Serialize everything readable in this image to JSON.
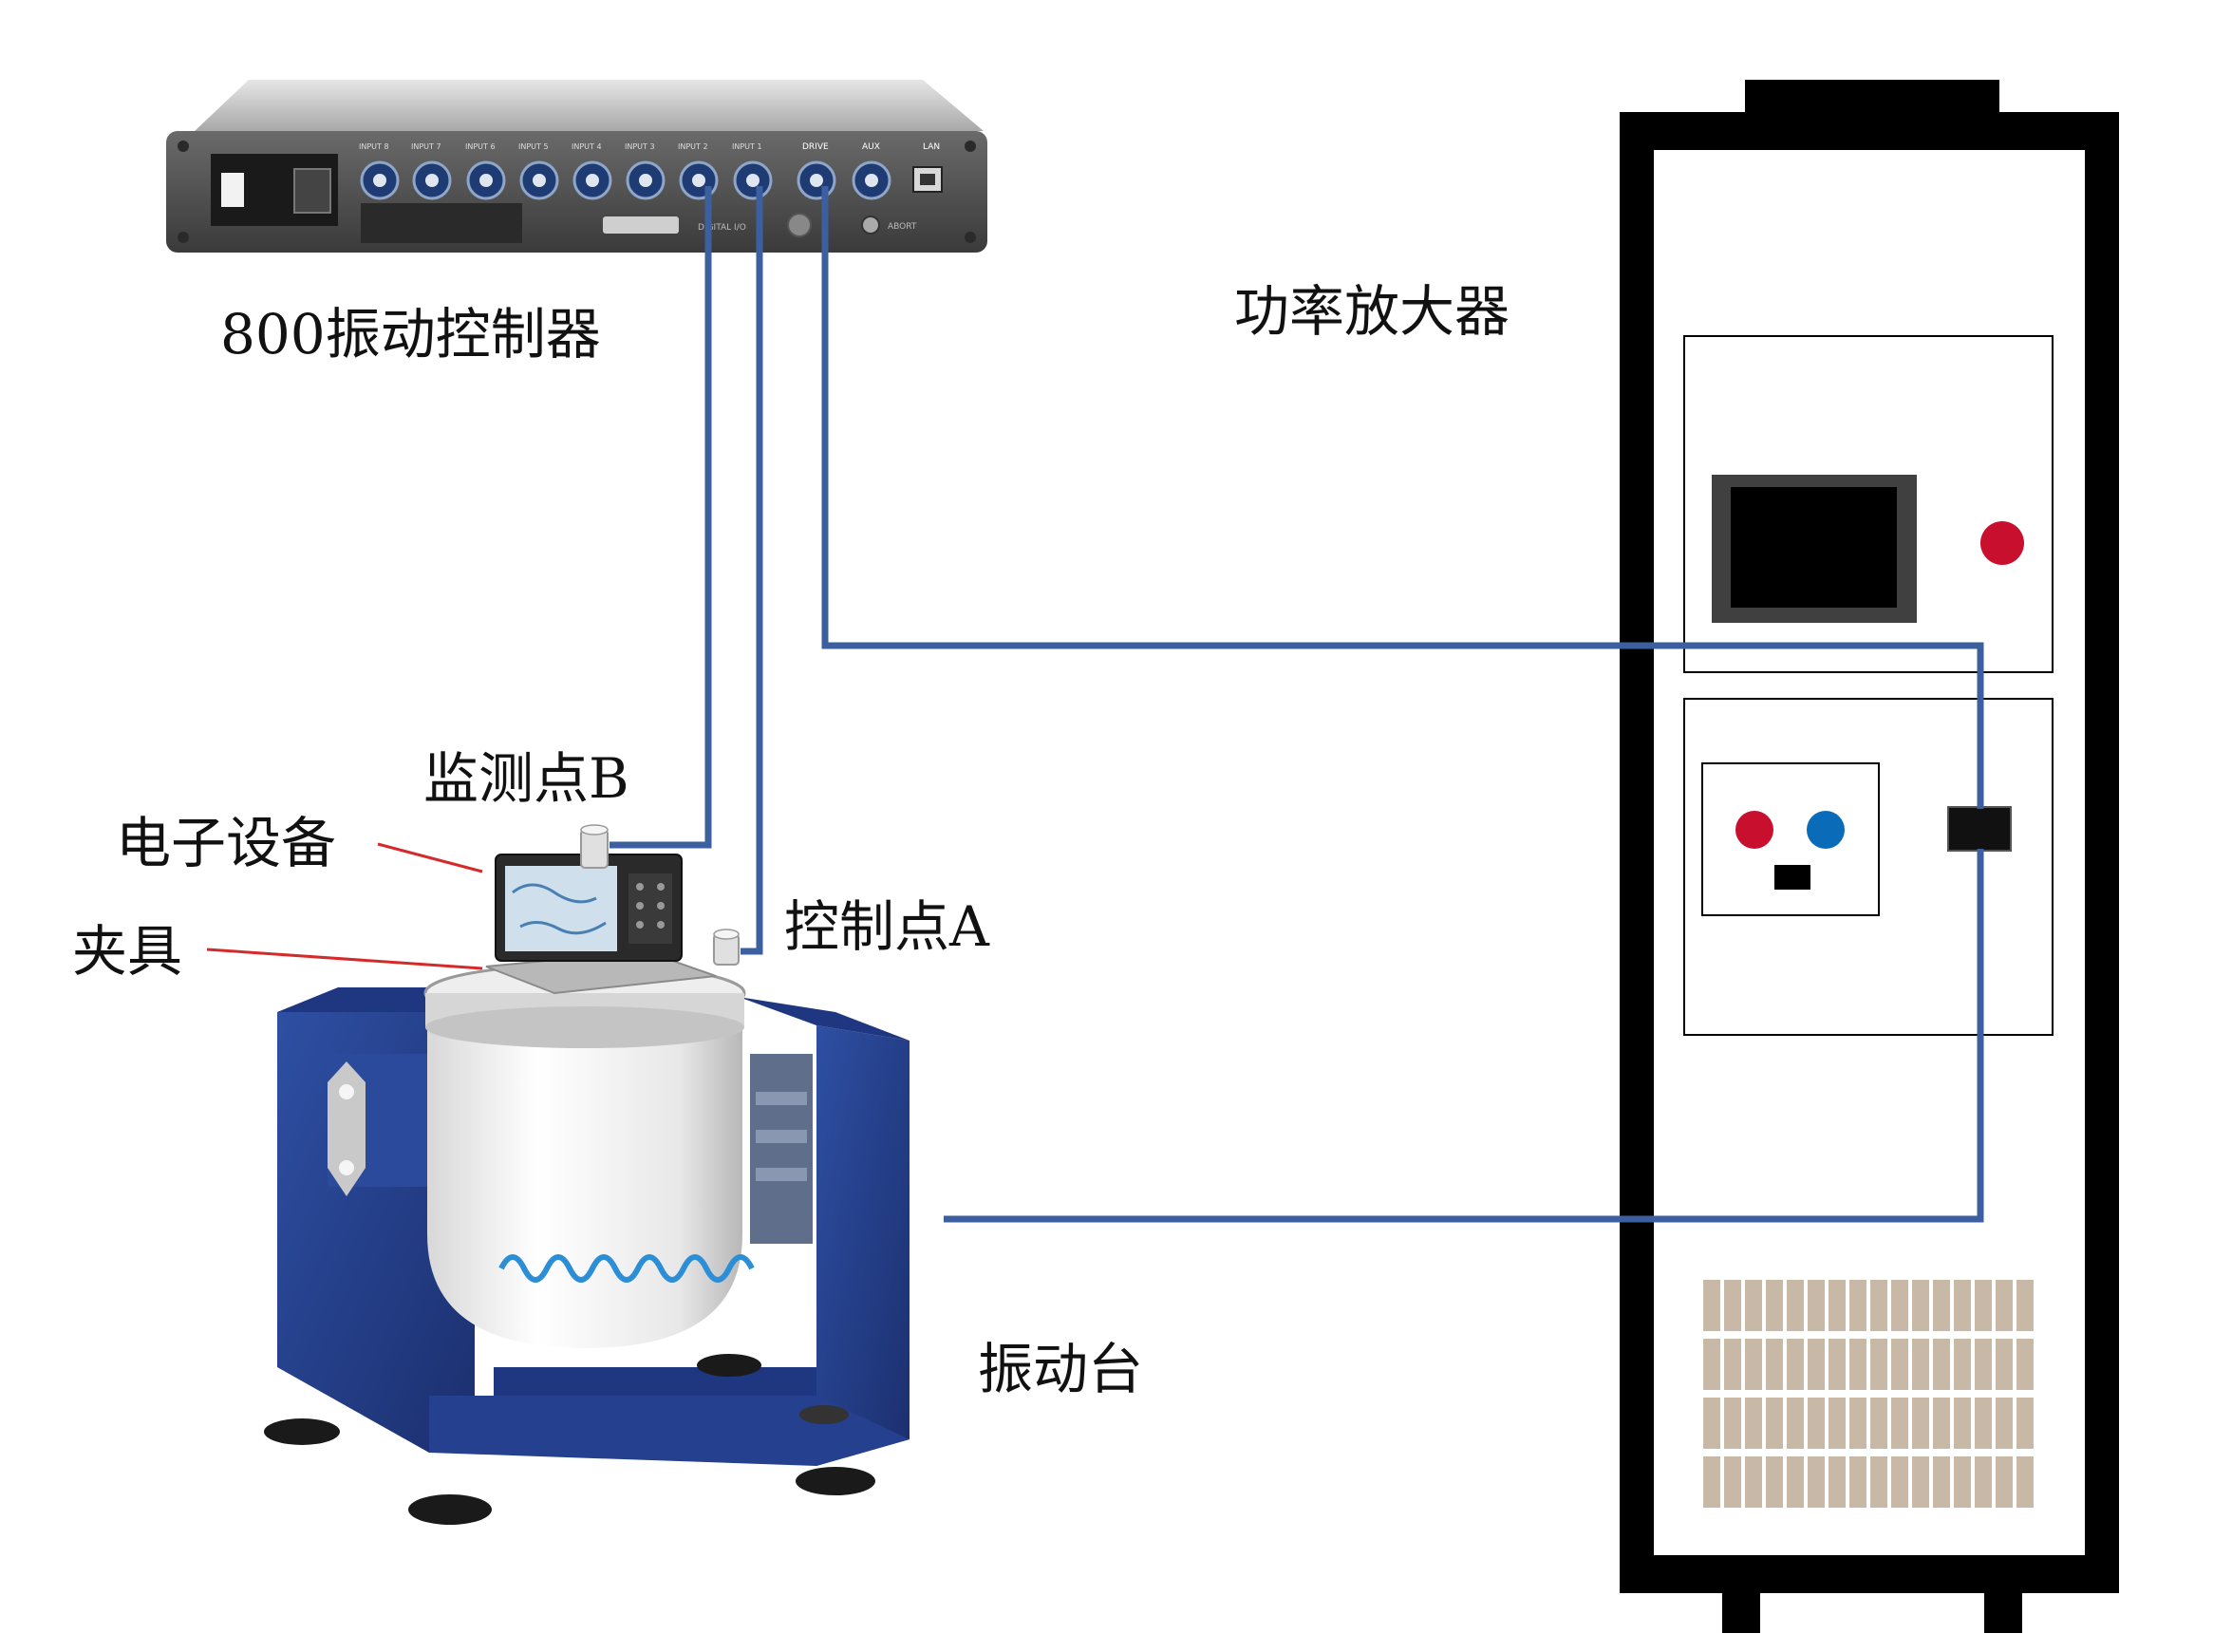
{
  "labels": {
    "controller": "800振动控制器",
    "amplifier": "功率放大器",
    "monitor_point": "监测点B",
    "device": "电子设备",
    "control_point": "控制点A",
    "fixture": "夹具",
    "shaker": "振动台"
  },
  "controller_panel": {
    "inputs": [
      "INPUT 8",
      "INPUT 7",
      "INPUT 6",
      "INPUT 5",
      "INPUT 4",
      "INPUT 3",
      "INPUT 2",
      "INPUT 1"
    ],
    "drive": "DRIVE",
    "aux": "AUX",
    "lan": "LAN",
    "digital_io": "DIGITAL I/O",
    "abort": "ABORT"
  },
  "colors": {
    "cable": "#3c5fa0",
    "leader_line": "#d42a2a",
    "amplifier_frame": "#000000",
    "red_indicator": "#c8102e",
    "blue_indicator": "#0a6bb8",
    "vent": "#c7b9a6",
    "shaker_frame": "#24408e"
  }
}
